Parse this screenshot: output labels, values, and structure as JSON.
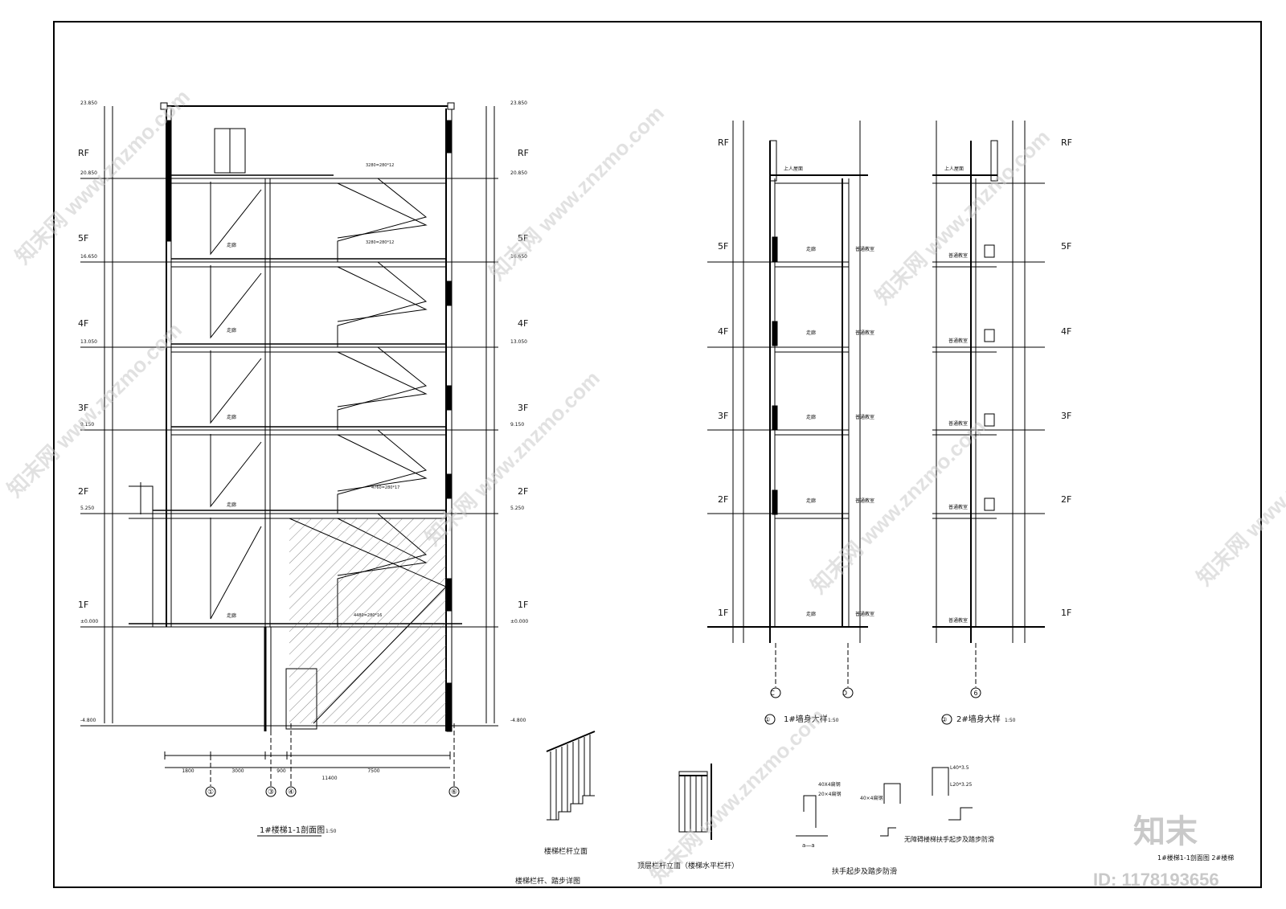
{
  "drawing": {
    "section_title": "1#楼梯1-1剖面图",
    "section_scale": "1:50",
    "detail1_title": "1#墙身大样",
    "detail1_num": "①",
    "detail1_scale": "1:50",
    "detail2_title": "2#墙身大样",
    "detail2_num": "②",
    "detail2_scale": "1:50",
    "railing_elev_title": "楼梯栏杆立面",
    "railing_detail_title": "楼梯栏杆、踏步详图",
    "top_railing_title": "顶层栏杆立面（楼梯水平栏杆）",
    "handrail_title": "扶手起步及踏步防滑",
    "barrier_free_title": "无障碍楼梯扶手起步及踏步防滑",
    "section_aa": "a—a",
    "rail_note1": "40X4扁钢",
    "rail_note2": "20×4扁钢",
    "rail_note3": "40×4扁钢",
    "rail_note4": "L40*3.5",
    "rail_note5": "L20*3.25",
    "room_label": "走廊",
    "room_label2": "普通教室",
    "roof_label": "上人屋面",
    "floors": [
      "RF",
      "5F",
      "4F",
      "3F",
      "2F",
      "1F"
    ],
    "elevations": [
      "23.850",
      "20.850",
      "16.650",
      "13.050",
      "9.150",
      "5.250",
      "±0.000",
      "-4.800"
    ],
    "axes_main": [
      "①",
      "③",
      "④",
      "⑥"
    ],
    "axes_detail1": [
      "C",
      "D"
    ],
    "axes_detail2": [
      "6"
    ],
    "dims_bottom": [
      "1800",
      "3000",
      "900",
      "7500"
    ],
    "dim_total": "11400",
    "stair_notes": [
      "3280=280*12",
      "3280=280*12",
      "4760=280*17",
      "4480=280*16"
    ],
    "watermark": "知末网 www.znzmo.com",
    "logo_text": "知末",
    "id_text": "ID: 1178193656",
    "title_block": "1#楼梯1-1剖面图 2#楼梯"
  }
}
